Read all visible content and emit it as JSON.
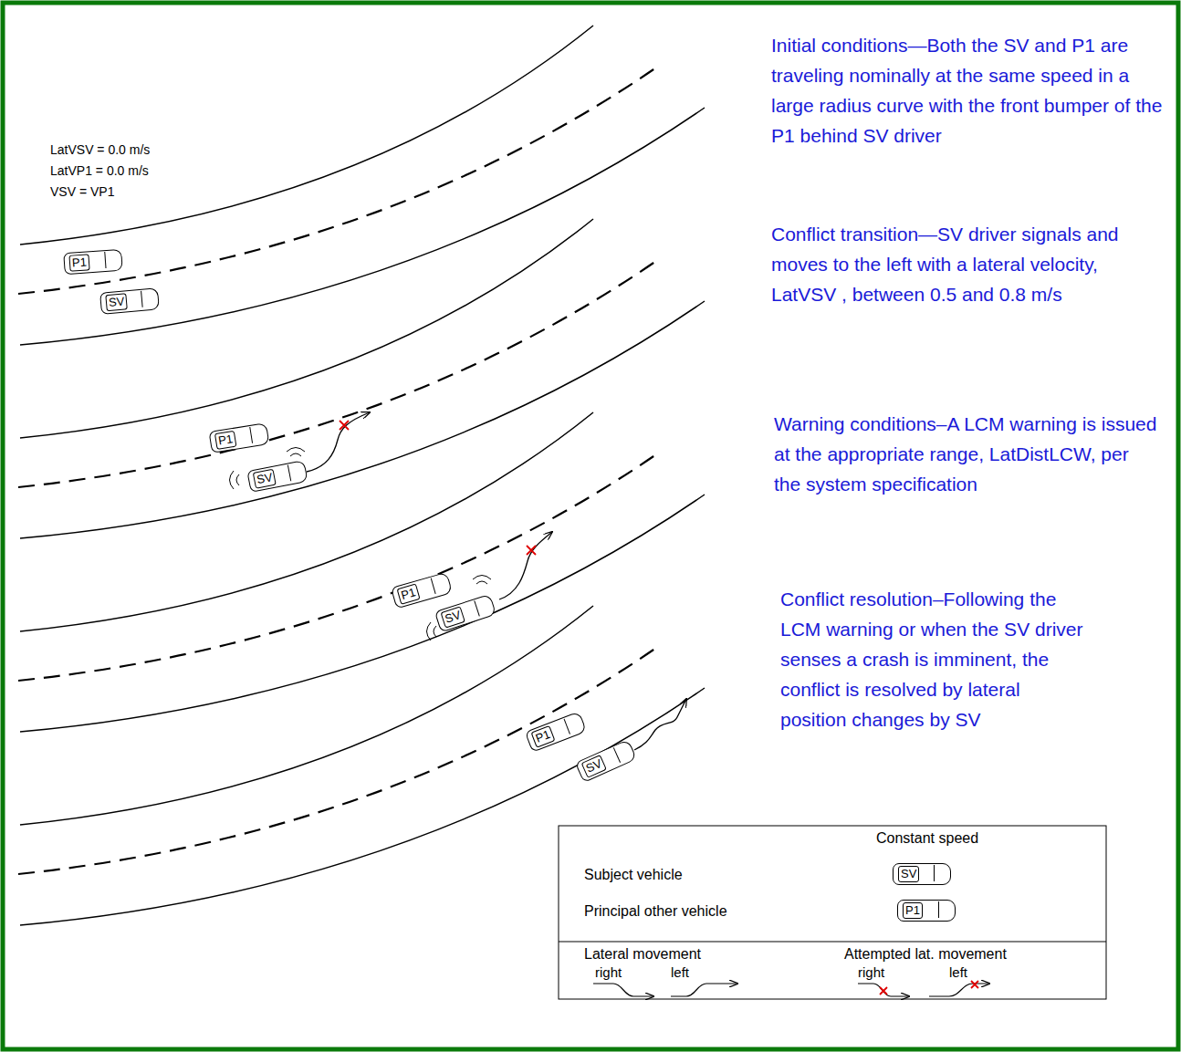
{
  "diagram": {
    "nodes": [
      {
        "text": [
          "P1"
        ]
      },
      {
        "text": [
          "SV"
        ]
      },
      {
        "text": [
          "P1"
        ]
      },
      {
        "text": [
          "SV"
        ]
      },
      {
        "text": [
          "P1"
        ]
      },
      {
        "text": [
          "SV"
        ]
      },
      {
        "text": [
          "P1"
        ]
      },
      {
        "text": [
          "SV"
        ]
      },
      {
        "text": [
          "SV"
        ]
      },
      {
        "text": [
          "P1"
        ]
      }
    ],
    "labels": [
      "LatVSV = 0.0 m/s",
      "LatVP1 = 0.0 m/s",
      "VSV = VP1",
      "Initial conditions—Both the SV and P1 are traveling nominally at the same speed in a large radius curve with the front bumper of the P1 behind SV driver",
      "Conflict transition—SV driver signals and moves to the left with a lateral velocity, LatVSV , between 0.5 and 0.8 m/s",
      "Warning conditions–A LCM warning is issued at the appropriate range, LatDistLCW, per the system specification",
      "Conflict resolution–Following the LCM warning or when the SV driver senses a crash is imminent, the conflict is resolved by lateral position changes by SV",
      "Constant speed",
      "Lateral movement",
      "Attempted lat. movement"
    ],
    "legend": [
      {
        "text": "Subject vehicle"
      },
      {
        "text": "Principal other vehicle"
      },
      {
        "text": "right"
      },
      {
        "text": "left"
      },
      {
        "text": "right"
      },
      {
        "text": "left"
      }
    ]
  }
}
